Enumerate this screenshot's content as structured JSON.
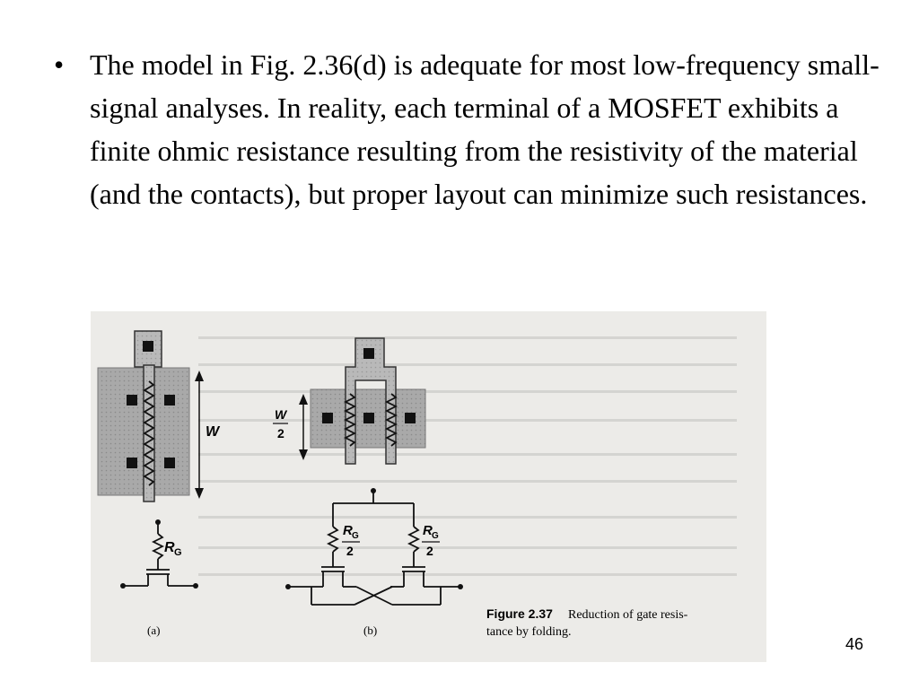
{
  "slide": {
    "bullet_symbol": "•",
    "bullet_text": "The model in Fig. 2.36(d) is adequate for most low-frequency small-signal analyses. In reality, each terminal of a MOSFET exhibits a finite ohmic resistance resulting from the resistivity of the material (and the contacts), but proper layout can minimize such resistances.",
    "page_number": "46"
  },
  "figure": {
    "width_label": "W",
    "half_width_num": "W",
    "half_width_den": "2",
    "rg_label": "R",
    "rg_sub": "G",
    "rg_half_num_a": "R",
    "rg_half_sub_a": "G",
    "rg_half_den_a": "2",
    "rg_half_num_b": "R",
    "rg_half_sub_b": "G",
    "rg_half_den_b": "2",
    "panel_a": "(a)",
    "panel_b": "(b)",
    "caption_title": "Figure 2.37",
    "caption_line1": "Reduction of gate resis-",
    "caption_line2": "tance by folding."
  }
}
